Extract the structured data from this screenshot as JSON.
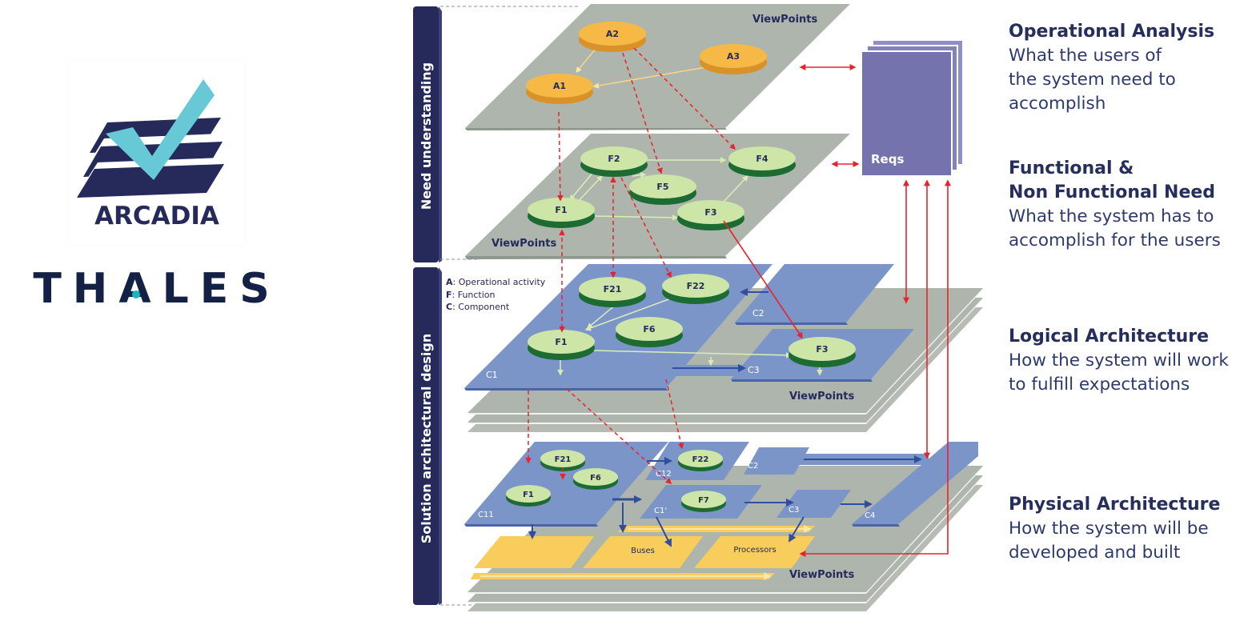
{
  "logos": {
    "arcadia_text": "ARCADIA",
    "thales_text": "THALES"
  },
  "side_labels": {
    "top": "Need understanding",
    "bottom": "Solution architectural design"
  },
  "legend": [
    {
      "key": "A",
      "text": ": Operational activity"
    },
    {
      "key": "F",
      "text": ": Function"
    },
    {
      "key": "C",
      "text": ": Component"
    }
  ],
  "viewpoints_label": "ViewPoints",
  "reqs_label": "Reqs",
  "operational": {
    "nodes": [
      "A2",
      "A3",
      "A1"
    ]
  },
  "functional": {
    "nodes": [
      "F2",
      "F4",
      "F5",
      "F1",
      "F3"
    ]
  },
  "logical": {
    "nodes": [
      "F21",
      "F22",
      "F6",
      "F1",
      "F3"
    ],
    "components": [
      "C1",
      "C2",
      "C3"
    ]
  },
  "physical": {
    "nodes": [
      "F21",
      "F6",
      "F1",
      "F22",
      "F7"
    ],
    "components": [
      "C11",
      "C12",
      "C2",
      "C1'",
      "C3",
      "C4"
    ],
    "resources": [
      "Buses",
      "Processors"
    ]
  },
  "descriptions": [
    {
      "title": "Operational Analysis",
      "text": "What the users of\nthe system need to\naccomplish"
    },
    {
      "title": "Functional &\nNon Functional Need",
      "text": "What the system has to\naccomplish for the users"
    },
    {
      "title": "Logical Architecture",
      "text": "How the system will work\nto fulfill expectations"
    },
    {
      "title": "Physical Architecture",
      "text": "How the system will be\ndeveloped and built"
    }
  ],
  "colors": {
    "navy": "#262a5a",
    "plane_gray": "#adb5ac",
    "component_blue": "#7b95c9",
    "reqs_purple": "#7473ad",
    "activity_orange": "#f7b945",
    "function_green": "#cde5a6",
    "resource_yellow": "#f8cd5c",
    "red": "#e8232c",
    "arcadia_teal": "#66c9d5"
  }
}
